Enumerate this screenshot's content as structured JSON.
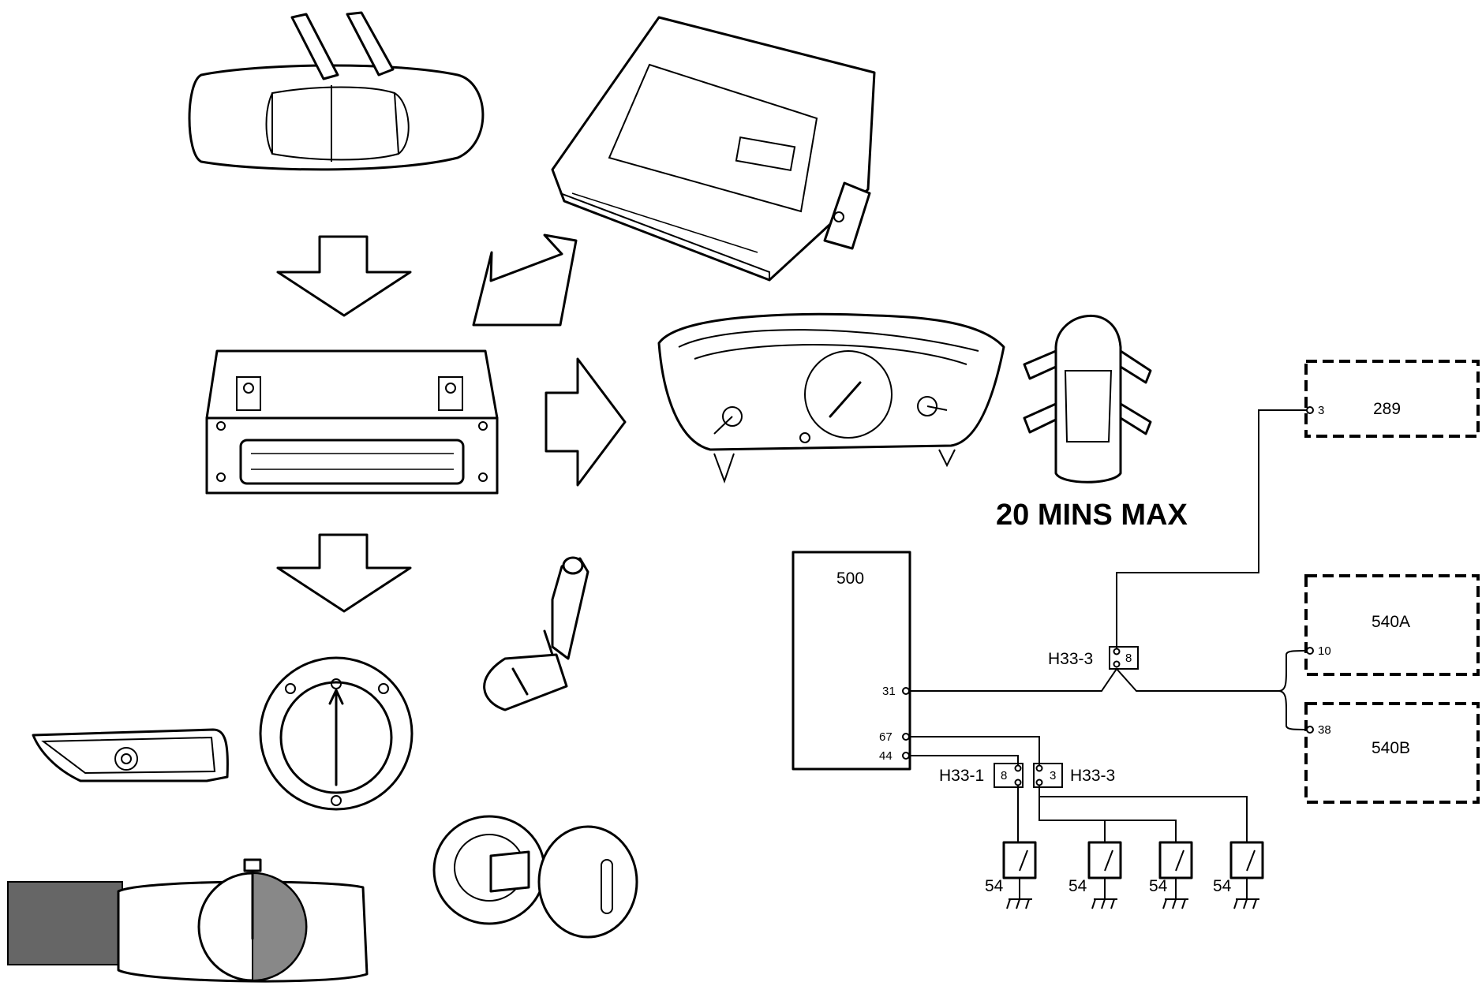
{
  "title_text": "20 MINS MAX",
  "icons": {
    "car_doors_open": "car-doors-open-icon",
    "control_module": "control-module-icon",
    "ecu_connector": "ecu-connector-icon",
    "instrument_cluster": "instrument-cluster-icon",
    "car_side_view": "car-side-icon",
    "seat": "power-seat-icon",
    "light_switch": "headlamp-switch-icon",
    "interior_lamp": "interior-lamp-icon",
    "stopwatch": "stopwatch-icon",
    "ignition_key": "ignition-key-icon"
  },
  "wiring": {
    "component_500": {
      "label": "500",
      "pins": {
        "p31": "31",
        "p67": "67",
        "p44": "44"
      }
    },
    "component_289": {
      "label": "289",
      "pin": "3"
    },
    "component_540A": {
      "label": "540A",
      "pin": "10"
    },
    "component_540B": {
      "label": "540B",
      "pin": "38"
    },
    "conn_h33_3_top": {
      "label": "H33-3",
      "pin": "8"
    },
    "conn_h33_1": {
      "label": "H33-1",
      "pin": "8"
    },
    "conn_h33_3_bottom": {
      "label": "H33-3",
      "pin": "3"
    },
    "switches": [
      "54",
      "54",
      "54",
      "54"
    ]
  }
}
